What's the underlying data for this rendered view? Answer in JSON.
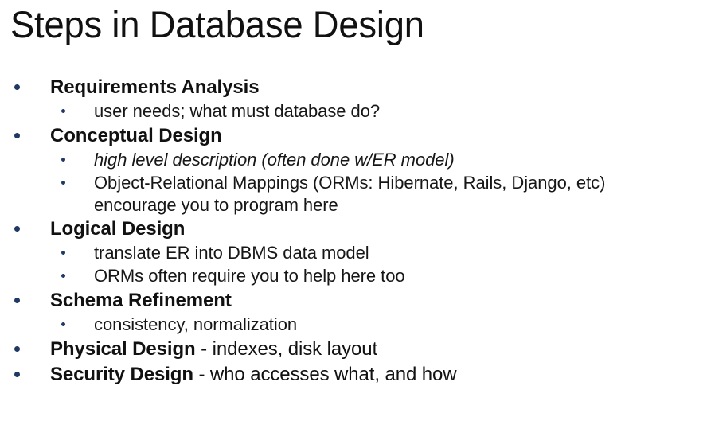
{
  "slide": {
    "title": "Steps in Database Design",
    "background_color": "#ffffff",
    "text_color": "#111111",
    "bullet_color": "#1f3864",
    "outline": [
      {
        "level": 1,
        "text": "Requirements Analysis",
        "bold": true,
        "italic": false,
        "tail": ""
      },
      {
        "level": 2,
        "text": "user needs; what must database do?",
        "bold": false,
        "italic": false,
        "tail": ""
      },
      {
        "level": 1,
        "text": "Conceptual Design",
        "bold": true,
        "italic": false,
        "tail": ""
      },
      {
        "level": 2,
        "text": "high level description (often done w/ER model)",
        "bold": false,
        "italic": true,
        "tail": ""
      },
      {
        "level": 2,
        "text": "Object-Relational Mappings (ORMs: Hibernate, Rails, Django, etc) encourage you to program here",
        "bold": false,
        "italic": false,
        "tail": ""
      },
      {
        "level": 1,
        "text": "Logical Design",
        "bold": true,
        "italic": false,
        "tail": ""
      },
      {
        "level": 2,
        "text": "translate ER into DBMS data model",
        "bold": false,
        "italic": false,
        "tail": ""
      },
      {
        "level": 2,
        "text": "ORMs often require you to help here too",
        "bold": false,
        "italic": false,
        "tail": ""
      },
      {
        "level": 1,
        "text": "Schema Refinement",
        "bold": true,
        "italic": false,
        "tail": ""
      },
      {
        "level": 2,
        "text": "consistency, normalization",
        "bold": false,
        "italic": false,
        "tail": ""
      },
      {
        "level": 1,
        "text": "Physical Design",
        "bold": true,
        "italic": false,
        "tail": " - indexes, disk layout"
      },
      {
        "level": 1,
        "text": "Security Design",
        "bold": true,
        "italic": false,
        "tail": " - who accesses what, and how"
      }
    ]
  }
}
